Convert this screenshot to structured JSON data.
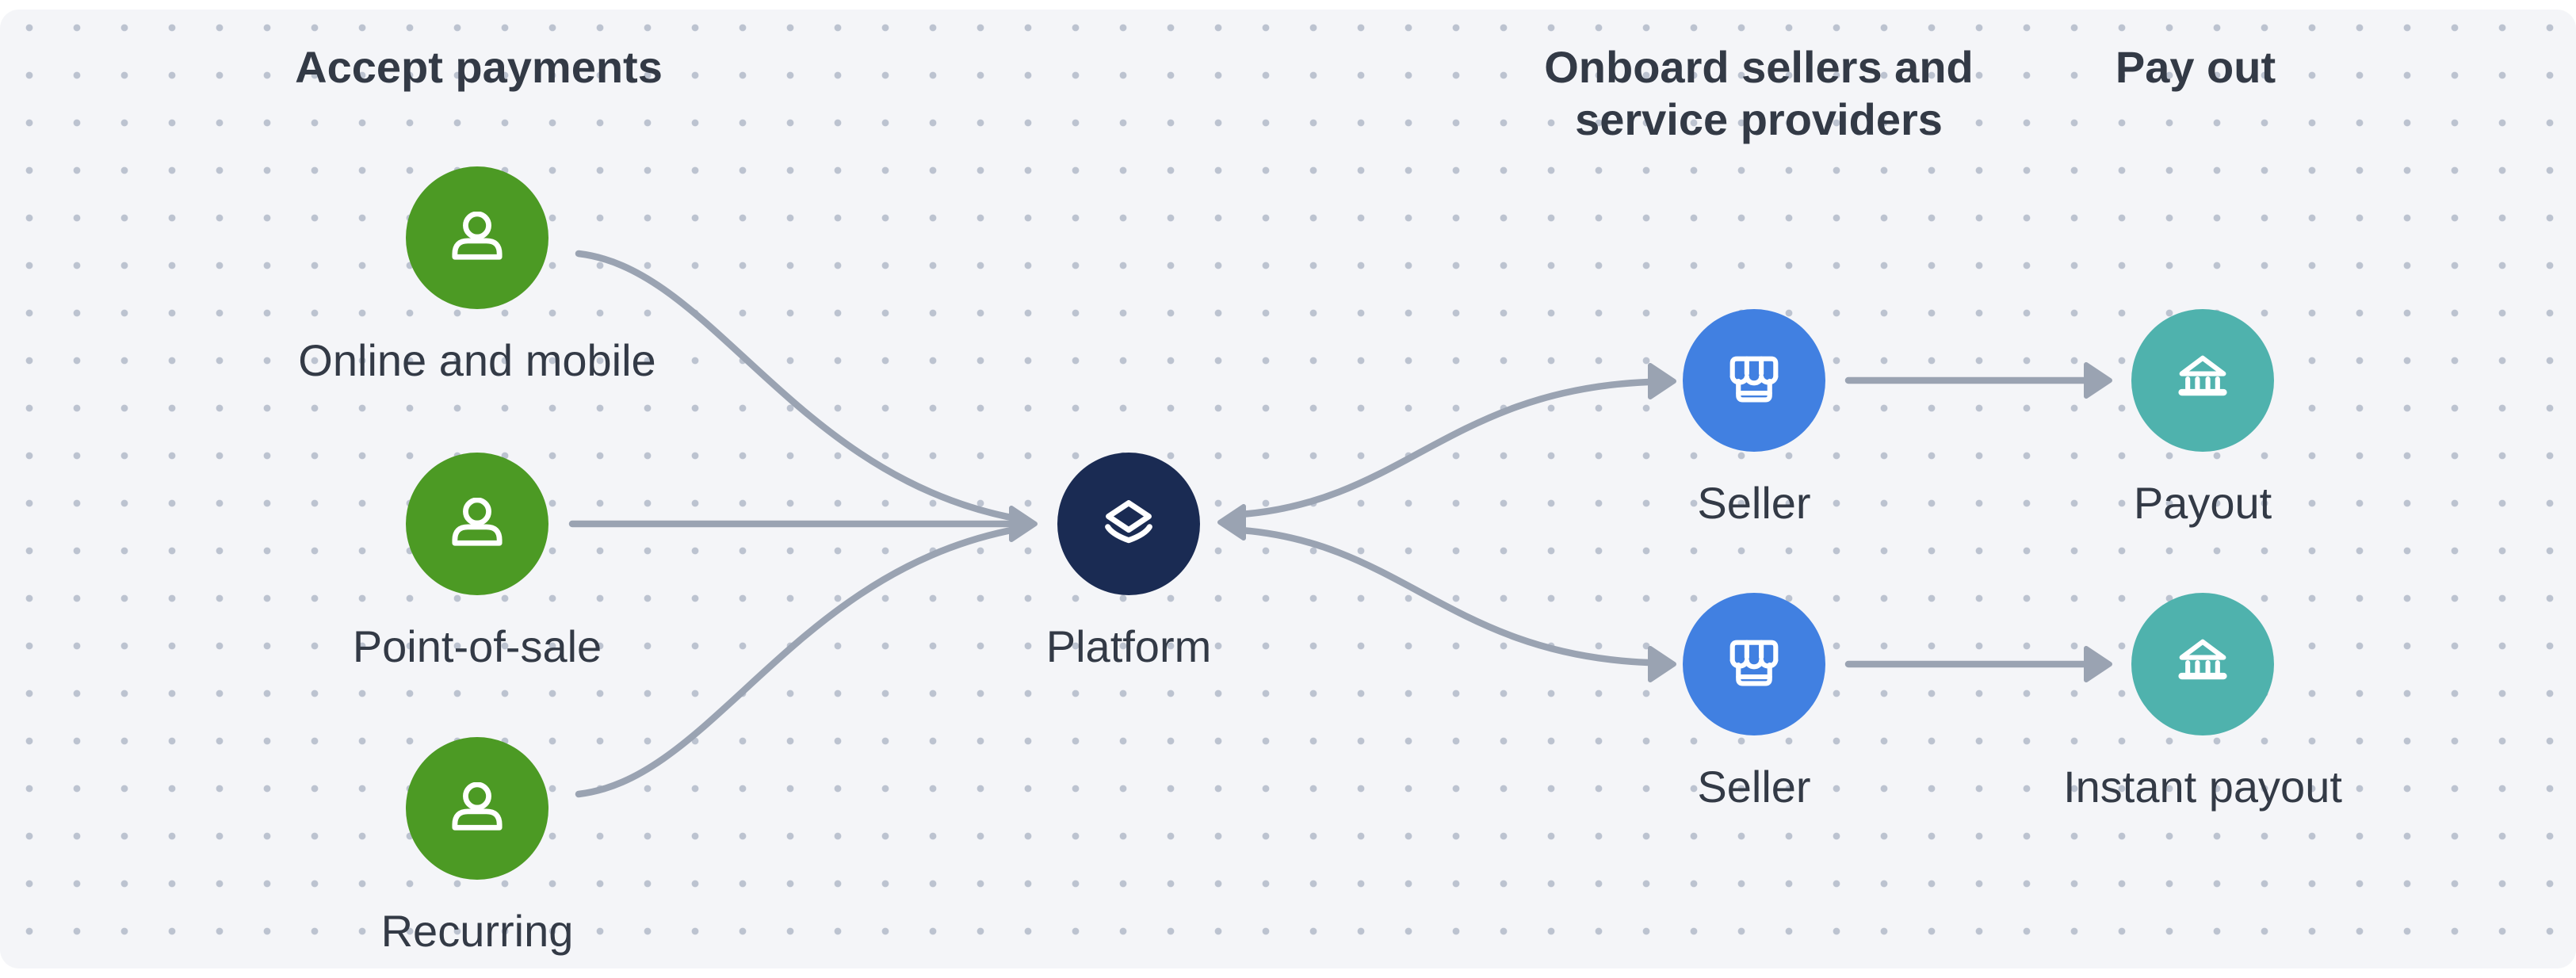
{
  "headers": {
    "accept_payments": "Accept payments",
    "onboard": "Onboard sellers and service providers",
    "pay_out": "Pay out"
  },
  "nodes": {
    "online_mobile": {
      "label": "Online and mobile",
      "icon": "person-icon",
      "color": "#4c9a24"
    },
    "point_of_sale": {
      "label": "Point-of-sale",
      "icon": "person-icon",
      "color": "#4c9a24"
    },
    "recurring": {
      "label": "Recurring",
      "icon": "person-icon",
      "color": "#4c9a24"
    },
    "platform": {
      "label": "Platform",
      "icon": "layers-icon",
      "color": "#1a2b53"
    },
    "seller_top": {
      "label": "Seller",
      "icon": "storefront-icon",
      "color": "#4180e1"
    },
    "seller_bottom": {
      "label": "Seller",
      "icon": "storefront-icon",
      "color": "#4180e1"
    },
    "payout": {
      "label": "Payout",
      "icon": "bank-icon",
      "color": "#4fb2ad"
    },
    "instant_payout": {
      "label": "Instant payout",
      "icon": "bank-icon",
      "color": "#4fb2ad"
    }
  },
  "connections": [
    {
      "from": "Online and mobile",
      "to": "Platform",
      "direction": "one-way"
    },
    {
      "from": "Point-of-sale",
      "to": "Platform",
      "direction": "one-way"
    },
    {
      "from": "Recurring",
      "to": "Platform",
      "direction": "one-way"
    },
    {
      "from": "Platform",
      "to": "Seller",
      "direction": "two-way"
    },
    {
      "from": "Platform",
      "to": "Seller",
      "direction": "two-way"
    },
    {
      "from": "Seller",
      "to": "Payout",
      "direction": "one-way"
    },
    {
      "from": "Seller",
      "to": "Instant payout",
      "direction": "one-way"
    }
  ],
  "palette": {
    "background": "#f4f5f8",
    "dot_grid": "#bcc3d0",
    "connector": "#9aa3b2",
    "text": "#333a46",
    "node_green": "#4c9a24",
    "node_navy": "#1a2b53",
    "node_blue": "#4180e1",
    "node_teal": "#4fb2ad"
  }
}
